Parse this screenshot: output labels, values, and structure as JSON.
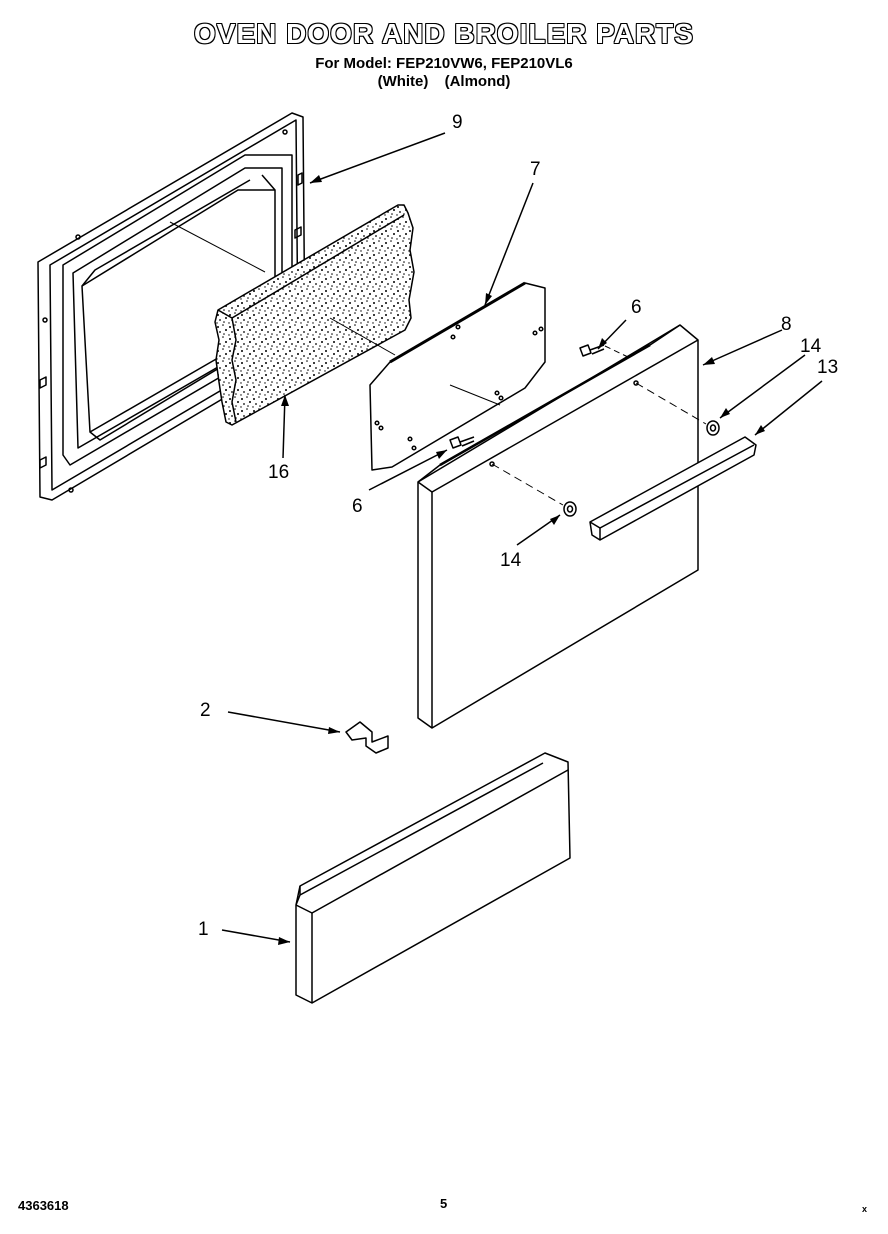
{
  "header": {
    "title": "OVEN DOOR AND BROILER PARTS",
    "model_line": "For Model: FEP210VW6, FEP210VL6",
    "color_white": "(White)",
    "color_almond": "(Almond)"
  },
  "callouts": {
    "c9": "9",
    "c7": "7",
    "c6a": "6",
    "c8": "8",
    "c14a": "14",
    "c13": "13",
    "c16": "16",
    "c6b": "6",
    "c14b": "14",
    "c2": "2",
    "c1": "1"
  },
  "footer": {
    "doc_number": "4363618",
    "page_number": "5",
    "mark": "x"
  }
}
